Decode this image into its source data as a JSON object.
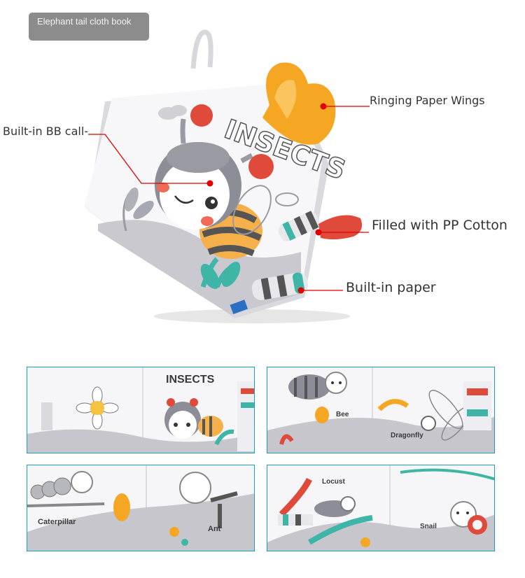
{
  "badge": {
    "text": "Elephant tail cloth book"
  },
  "callouts": {
    "wings": "Ringing Paper Wings",
    "bb_call": "Built-in BB call-",
    "pp_cotton": "Filled with PP Cotton",
    "paper": "Built-in paper"
  },
  "cover": {
    "title": "INSECTS"
  },
  "spreads": [
    {
      "labels": [
        "INSECTS"
      ]
    },
    {
      "labels": [
        "Bee",
        "Dragonfly"
      ]
    },
    {
      "labels": [
        "Caterpillar",
        "Ant"
      ]
    },
    {
      "labels": [
        "Locust",
        "Snail"
      ]
    }
  ],
  "colors": {
    "callout_line": "#e00000",
    "thumb_border": "#1aa0b7",
    "badge_bg": "#8c8c8c",
    "wing_orange": "#f5a623",
    "tail_red": "#e04a3a",
    "teal": "#3fb5a8"
  }
}
